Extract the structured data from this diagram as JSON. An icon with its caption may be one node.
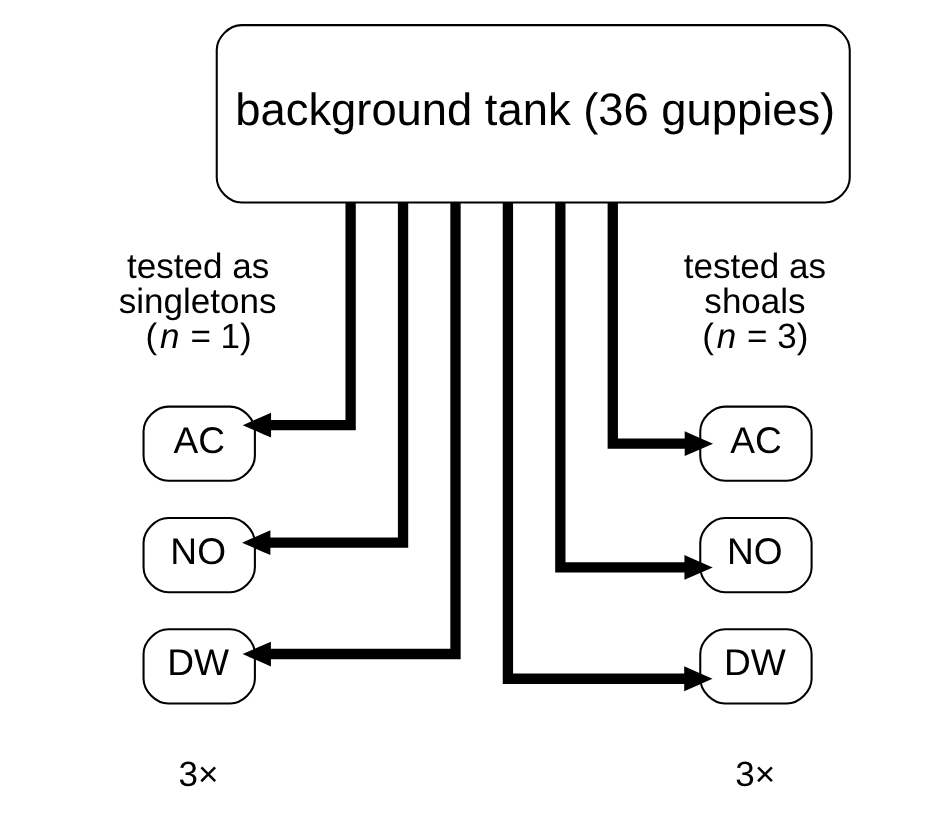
{
  "diagram": {
    "nodes": [
      {
        "text": [
          "background tank (36 guppies)"
        ]
      },
      {
        "text": [
          "AC"
        ]
      },
      {
        "text": [
          "NO"
        ]
      },
      {
        "text": [
          "DW"
        ]
      },
      {
        "text": [
          "AC"
        ]
      },
      {
        "text": [
          "NO"
        ]
      },
      {
        "text": [
          "DW"
        ]
      }
    ],
    "edges": [
      {
        "from": 0,
        "to": 1,
        "arrow": "to"
      },
      {
        "from": 0,
        "to": 2,
        "arrow": "to"
      },
      {
        "from": 0,
        "to": 3,
        "arrow": "to"
      },
      {
        "from": 0,
        "to": 4,
        "arrow": "to"
      },
      {
        "from": 0,
        "to": 5,
        "arrow": "to"
      },
      {
        "from": 0,
        "to": 6,
        "arrow": "to"
      }
    ],
    "labels": [
      "tested as singletons (*n* = 1)",
      "tested as shoals (*n* = 3)",
      "3×",
      "3×"
    ]
  }
}
